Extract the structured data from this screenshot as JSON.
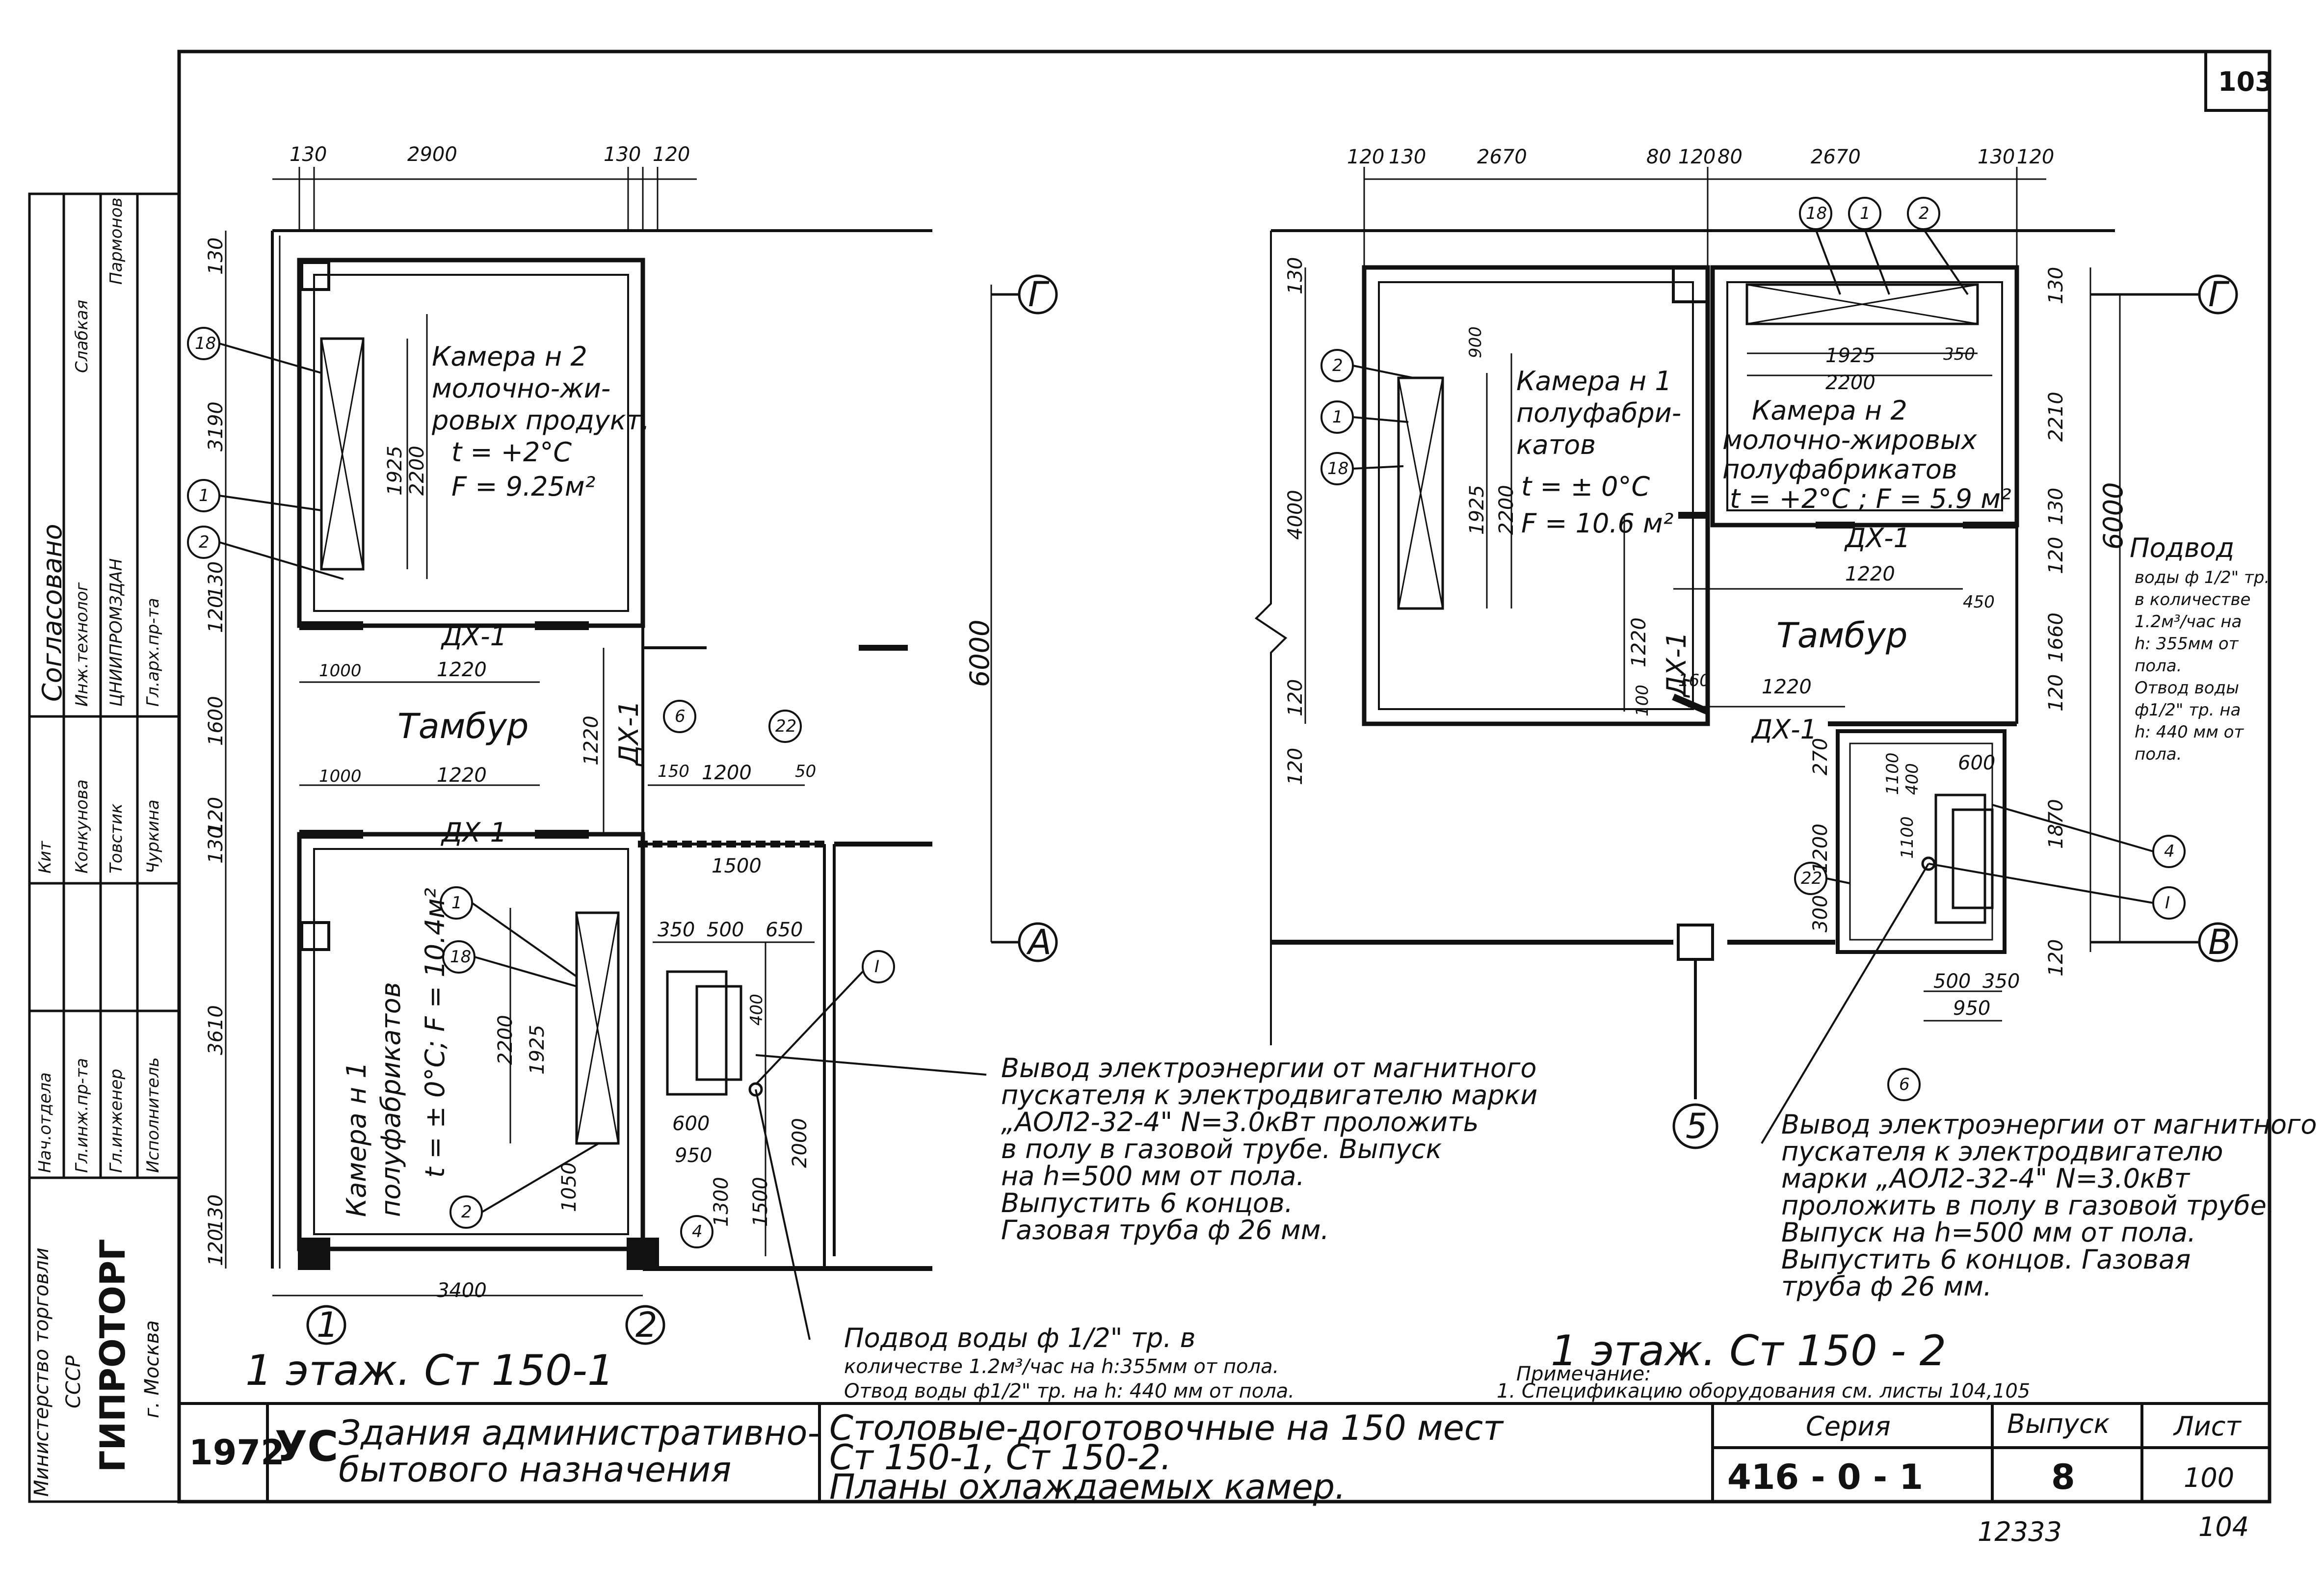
{
  "sheet": {
    "page_number": "103",
    "bottom_codes": [
      "12333",
      "104"
    ]
  },
  "approvals": {
    "heading": "Согласовано",
    "rows": [
      {
        "role": "Инж.технолог",
        "name": "Слабкая"
      },
      {
        "role": "ЦНИИПРОМЗДАН",
        "name": "Пармонов"
      },
      {
        "role": "Гл.арх.пр-та",
        "name": ""
      }
    ],
    "staff": [
      {
        "role": "Нач.отдела",
        "name": "Кит"
      },
      {
        "role": "Гл.инж.пр-та",
        "name": "Конкунова"
      },
      {
        "role": "Гл.инженер",
        "name": "Товстик"
      },
      {
        "role": "Исполнитель",
        "name": "Чуркина"
      }
    ],
    "org_lines": [
      "Министерство торговли",
      "СССР",
      "ГИПРОТОРГ",
      "г. Москва"
    ]
  },
  "plan_left": {
    "caption": "1 этаж. Ст 150-1",
    "dims_top": [
      "130",
      "2900",
      "130",
      "120"
    ],
    "dims_left": [
      "130",
      "3190",
      "120",
      "130",
      "1600",
      "130",
      "120",
      "3610",
      "120",
      "130"
    ],
    "dim_bottom": "3400",
    "dim_6000": "6000",
    "axes": [
      "Г",
      "А",
      "1",
      "2"
    ],
    "room_top": {
      "lines": [
        "Камера н 2",
        "молочно-жи-",
        "ровых продукт.",
        "t = +2°C",
        "F = 9.25м²"
      ]
    },
    "room_bottom": {
      "lines": [
        "Камера н 1",
        "полуфабрикатов",
        "t = ± 0°C; F = 10.4м²"
      ]
    },
    "vestibule": "Тамбур",
    "door_labels": [
      "ДХ-1",
      "ДХ-1",
      "ДХ-1"
    ],
    "inner_dims": [
      "1925",
      "2200",
      "1000",
      "1220",
      "1000",
      "1220",
      "1220",
      "2200",
      "1925",
      "1050",
      "150",
      "1200",
      "50",
      "1500",
      "350",
      "500",
      "650",
      "400",
      "600",
      "950",
      "2000",
      "1300",
      "1500"
    ],
    "callouts": [
      "18",
      "1",
      "2",
      "1",
      "18",
      "2",
      "6",
      "22",
      "I",
      "4"
    ]
  },
  "plan_right": {
    "caption": "1 этаж. Ст 150 - 2",
    "dims_top": [
      "120",
      "130",
      "2670",
      "80",
      "120",
      "80",
      "2670",
      "130",
      "120"
    ],
    "dims_left": [
      "130",
      "4000",
      "120",
      "120"
    ],
    "dims_right": [
      "130",
      "2210",
      "130",
      "120",
      "1660",
      "120",
      "1870",
      "120"
    ],
    "dim_6000": "6000",
    "axes": [
      "Г",
      "В",
      "5"
    ],
    "room_left": {
      "lines": [
        "Камера н 1",
        "полуфабри-",
        "катов",
        "t = ± 0°C",
        "F = 10.6 м²"
      ]
    },
    "room_right": {
      "lines": [
        "Камера н 2",
        "молочно-жировых",
        "полуфабрикатов",
        "t = +2°C ; F = 5.9 м²"
      ]
    },
    "vestibule": "Тамбур",
    "door_labels": [
      "ДХ-1",
      "ДХ-1",
      "ДХ-1"
    ],
    "inner_dims": [
      "1925",
      "350",
      "2200",
      "900",
      "1925",
      "2200",
      "1220",
      "1220",
      "450",
      "1220",
      "100",
      "160",
      "270",
      "1200",
      "300",
      "1100",
      "1100",
      "400",
      "600",
      "500",
      "350",
      "950"
    ],
    "callouts": [
      "18",
      "1",
      "2",
      "2",
      "1",
      "18",
      "22",
      "4",
      "I",
      "6"
    ],
    "water_note": [
      "Подвод",
      "воды ф 1/2\" тр.",
      "в количестве",
      "1.2м³/час на",
      "h: 355мм от",
      "пола.",
      "Отвод воды",
      "ф1/2\" тр. на",
      "h: 440 мм от",
      "пола."
    ]
  },
  "notes": {
    "power_left": [
      "Вывод электроэнергии от магнитного",
      "пускателя к электродвигателю марки",
      "„АОЛ2-32-4\" N=3.0кВт проложить",
      "в полу в газовой трубе. Выпуск",
      "на h=500 мм от пола.",
      "Выпустить 6 концов.",
      "Газовая труба ф 26 мм."
    ],
    "power_right": [
      "Вывод электроэнергии от магнитного",
      "пускателя к электродвигателю",
      "марки „АОЛ2-32-4\" N=3.0кВт",
      "проложить в полу в газовой трубе.",
      "Выпуск на h=500 мм от пола.",
      "Выпустить 6 концов. Газовая",
      "труба ф 26 мм."
    ],
    "water_left": [
      "Подвод воды ф 1/2\" тр. в",
      "количестве 1.2м³/час на h:355мм от пола.",
      "Отвод воды ф1/2\" тр. на h: 440 мм от пола."
    ],
    "footnote": [
      "Примечание:",
      "1. Спецификацию оборудования см. листы 104,105"
    ]
  },
  "title_block": {
    "year": "1972",
    "series_mark": "УС",
    "project_lines": [
      "Здания административно-",
      "бытового назначения"
    ],
    "drawing_lines": [
      "Столовые-доготовочные на 150 мест",
      "Ст 150-1, Ст 150-2.",
      "Планы охлаждаемых камер."
    ],
    "series_label": "Серия",
    "series_value": "416 - 0 - 1",
    "issue_label": "Выпуск",
    "issue_value": "8",
    "sheet_label": "Лист",
    "sheet_value": "100"
  }
}
